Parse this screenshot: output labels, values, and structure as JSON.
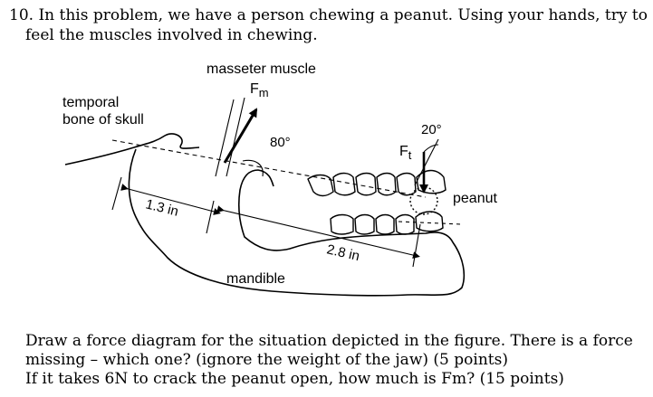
{
  "problem": {
    "number": "10.",
    "intro_line1": "In this problem, we have a person chewing a peanut. Using your hands, try to",
    "intro_line2": "feel the muscles involved in chewing."
  },
  "figure": {
    "label_masseter": "masseter muscle",
    "label_fm": "F",
    "label_fm_sub": "m",
    "label_temporal_1": "temporal",
    "label_temporal_2": "bone of skull",
    "label_angle_80": "80°",
    "label_angle_20": "20°",
    "label_ft": "F",
    "label_ft_sub": "t",
    "label_peanut": "peanut",
    "label_dist_1": "1.3 in",
    "label_dist_2": "2.8 in",
    "label_mandible": "mandible"
  },
  "questions": {
    "line1": "Draw a force diagram for the situation depicted in the figure. There is a force",
    "line2": "missing – which one? (ignore the weight of the jaw) (5 points)",
    "line3": "If it takes 6N to crack the peanut open, how much is Fm? (15 points)"
  }
}
